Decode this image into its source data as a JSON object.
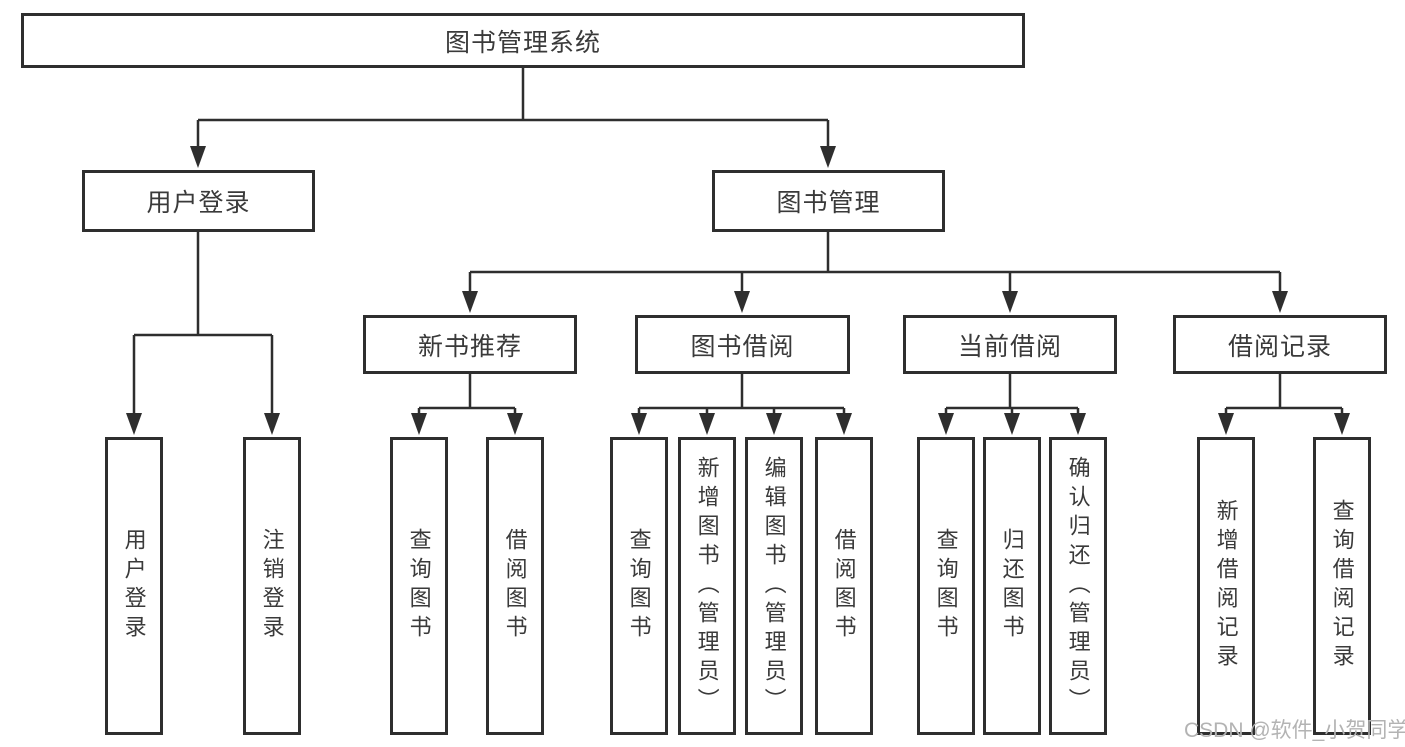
{
  "diagram": {
    "title": "图书管理系统",
    "nodes": {
      "root": "图书管理系统",
      "user_login": "用户登录",
      "book_mgmt": "图书管理",
      "new_book_rec": "新书推荐",
      "book_borrow": "图书借阅",
      "current_borrow": "当前借阅",
      "borrow_record": "借阅记录",
      "ul_user_login": "用户登录",
      "ul_logout": "注销登录",
      "nb_query_book": "查询图书",
      "nb_borrow_book": "借阅图书",
      "bb_query_book": "查询图书",
      "bb_add_book": "新增图书（管理员）",
      "bb_edit_book": "编辑图书（管理员）",
      "bb_borrow_book": "借阅图书",
      "cb_query_book": "查询图书",
      "cb_return_book": "归还图书",
      "cb_confirm_return": "确认归还（管理员）",
      "br_add_record": "新增借阅记录",
      "br_query_record": "查询借阅记录"
    },
    "colors": {
      "line": "#2e2e2e",
      "text": "#3a3a3a",
      "background": "#ffffff",
      "watermark": "#b3b3b3"
    }
  },
  "watermark": "CSDN @软件_小贺同学"
}
